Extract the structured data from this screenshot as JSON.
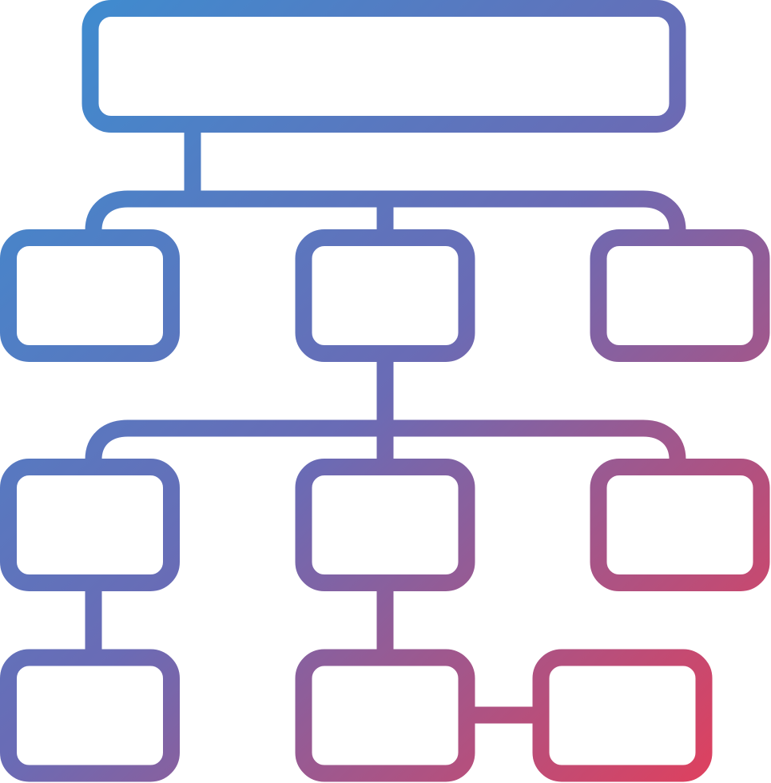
{
  "icon": {
    "name": "hierarchy-structure-icon",
    "style": "outline",
    "gradient_colors": [
      "#3a8fd2",
      "#6a6bb5",
      "#e83d57"
    ]
  },
  "nodes": [
    {
      "id": "root",
      "level": 0,
      "label": ""
    },
    {
      "id": "level1-left",
      "level": 1,
      "label": ""
    },
    {
      "id": "level1-center",
      "level": 1,
      "label": ""
    },
    {
      "id": "level1-right",
      "level": 1,
      "label": ""
    },
    {
      "id": "level2-left",
      "level": 2,
      "label": ""
    },
    {
      "id": "level2-center",
      "level": 2,
      "label": ""
    },
    {
      "id": "level2-right",
      "level": 2,
      "label": ""
    },
    {
      "id": "level3-left",
      "level": 3,
      "label": ""
    },
    {
      "id": "level3-center",
      "level": 3,
      "label": ""
    },
    {
      "id": "level3-right",
      "level": 3,
      "label": ""
    }
  ],
  "edges": [
    {
      "from": "root",
      "to": "level1-left"
    },
    {
      "from": "root",
      "to": "level1-center"
    },
    {
      "from": "root",
      "to": "level1-right"
    },
    {
      "from": "level1-center",
      "to": "level2-left"
    },
    {
      "from": "level1-center",
      "to": "level2-center"
    },
    {
      "from": "level1-center",
      "to": "level2-right"
    },
    {
      "from": "level2-left",
      "to": "level3-left"
    },
    {
      "from": "level2-center",
      "to": "level3-center"
    },
    {
      "from": "level3-center",
      "to": "level3-right"
    }
  ]
}
